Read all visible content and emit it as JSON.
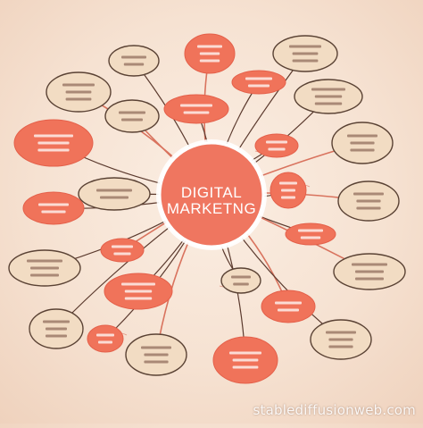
{
  "diagram": {
    "center_title_line1": "DIGITAL",
    "center_title_line2": "MARKETNG",
    "colors": {
      "coral": "#f0735a",
      "coral_dark": "#e4604a",
      "beige": "#f2dcc3",
      "beige_border": "#5a4234",
      "center": "#ef7660",
      "connector_brown": "#5b3a2e",
      "connector_coral": "#d9735e"
    },
    "node_count": 28
  },
  "watermark": "stablediffusionweb.com"
}
